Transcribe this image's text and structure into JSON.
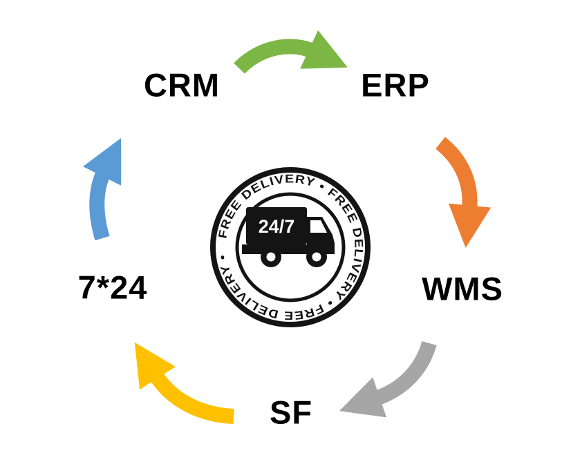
{
  "background": "#ffffff",
  "nodes": {
    "crm": "CRM",
    "erp": "ERP",
    "wms": "WMS",
    "sf": "SF",
    "uptime": "7*24"
  },
  "arrows": {
    "crm_to_erp": {
      "color": "#7CB645"
    },
    "erp_to_wms": {
      "color": "#ED7D31"
    },
    "wms_to_sf": {
      "color": "#A6A6A6"
    },
    "sf_to_uptime": {
      "color": "#FFC000"
    },
    "uptime_to_crm": {
      "color": "#5B9BD5"
    }
  },
  "badge": {
    "ring_text": "FREE DELIVERY • FREE DELIVERY • FREE DELIVERY •",
    "truck_label": "24/7",
    "ink": "#141414",
    "paper": "#ffffff"
  }
}
